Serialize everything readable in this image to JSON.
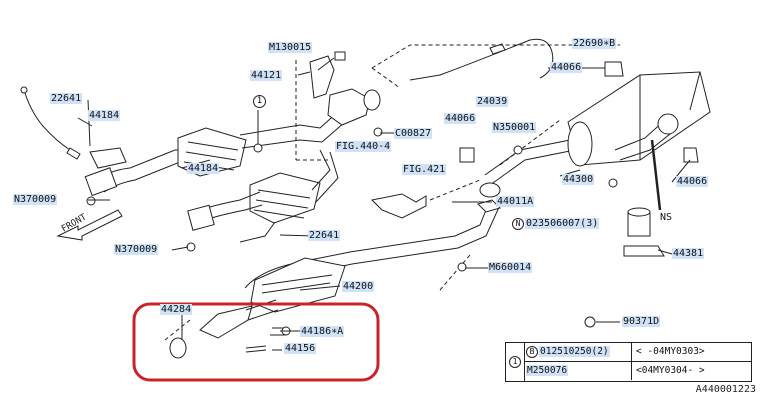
{
  "parts": {
    "p_m130015": "M130015",
    "p_22690b": "22690∗B",
    "p_44121": "44121",
    "p_44066a": "44066",
    "p_22641a": "22641",
    "p_44184a": "44184",
    "p_24039": "24039",
    "p_c00827": "C00827",
    "p_44066b": "44066",
    "p_n350001": "N350001",
    "p_fig4404": "FIG.440-4",
    "p_44184b": "44184",
    "p_fig421": "FIG.421",
    "p_44300": "44300",
    "p_44066c": "44066",
    "p_n370009a": "N370009",
    "p_44011a": "44011A",
    "p_023506007": "023506007(3)",
    "p_ns": "NS",
    "p_22641b": "22641",
    "p_n370009b": "N370009",
    "p_44381": "44381",
    "p_m660014": "M660014",
    "p_44200": "44200",
    "p_44284": "44284",
    "p_44186a": "44186∗A",
    "p_44156": "44156",
    "p_90371d": "90371D",
    "p_1": "1"
  },
  "front_label": "FRONT",
  "table": {
    "row1_part": "012510250(2)",
    "row1_prefix": "B",
    "row1_note": "< -04MY0303>",
    "row2_part": "M250076",
    "row2_note": "<04MY0304- >",
    "lead": "1"
  },
  "diagram_code": "A440001223",
  "colors": {
    "highlight": "#cfe2f7",
    "callout_box": "#c8242a"
  }
}
